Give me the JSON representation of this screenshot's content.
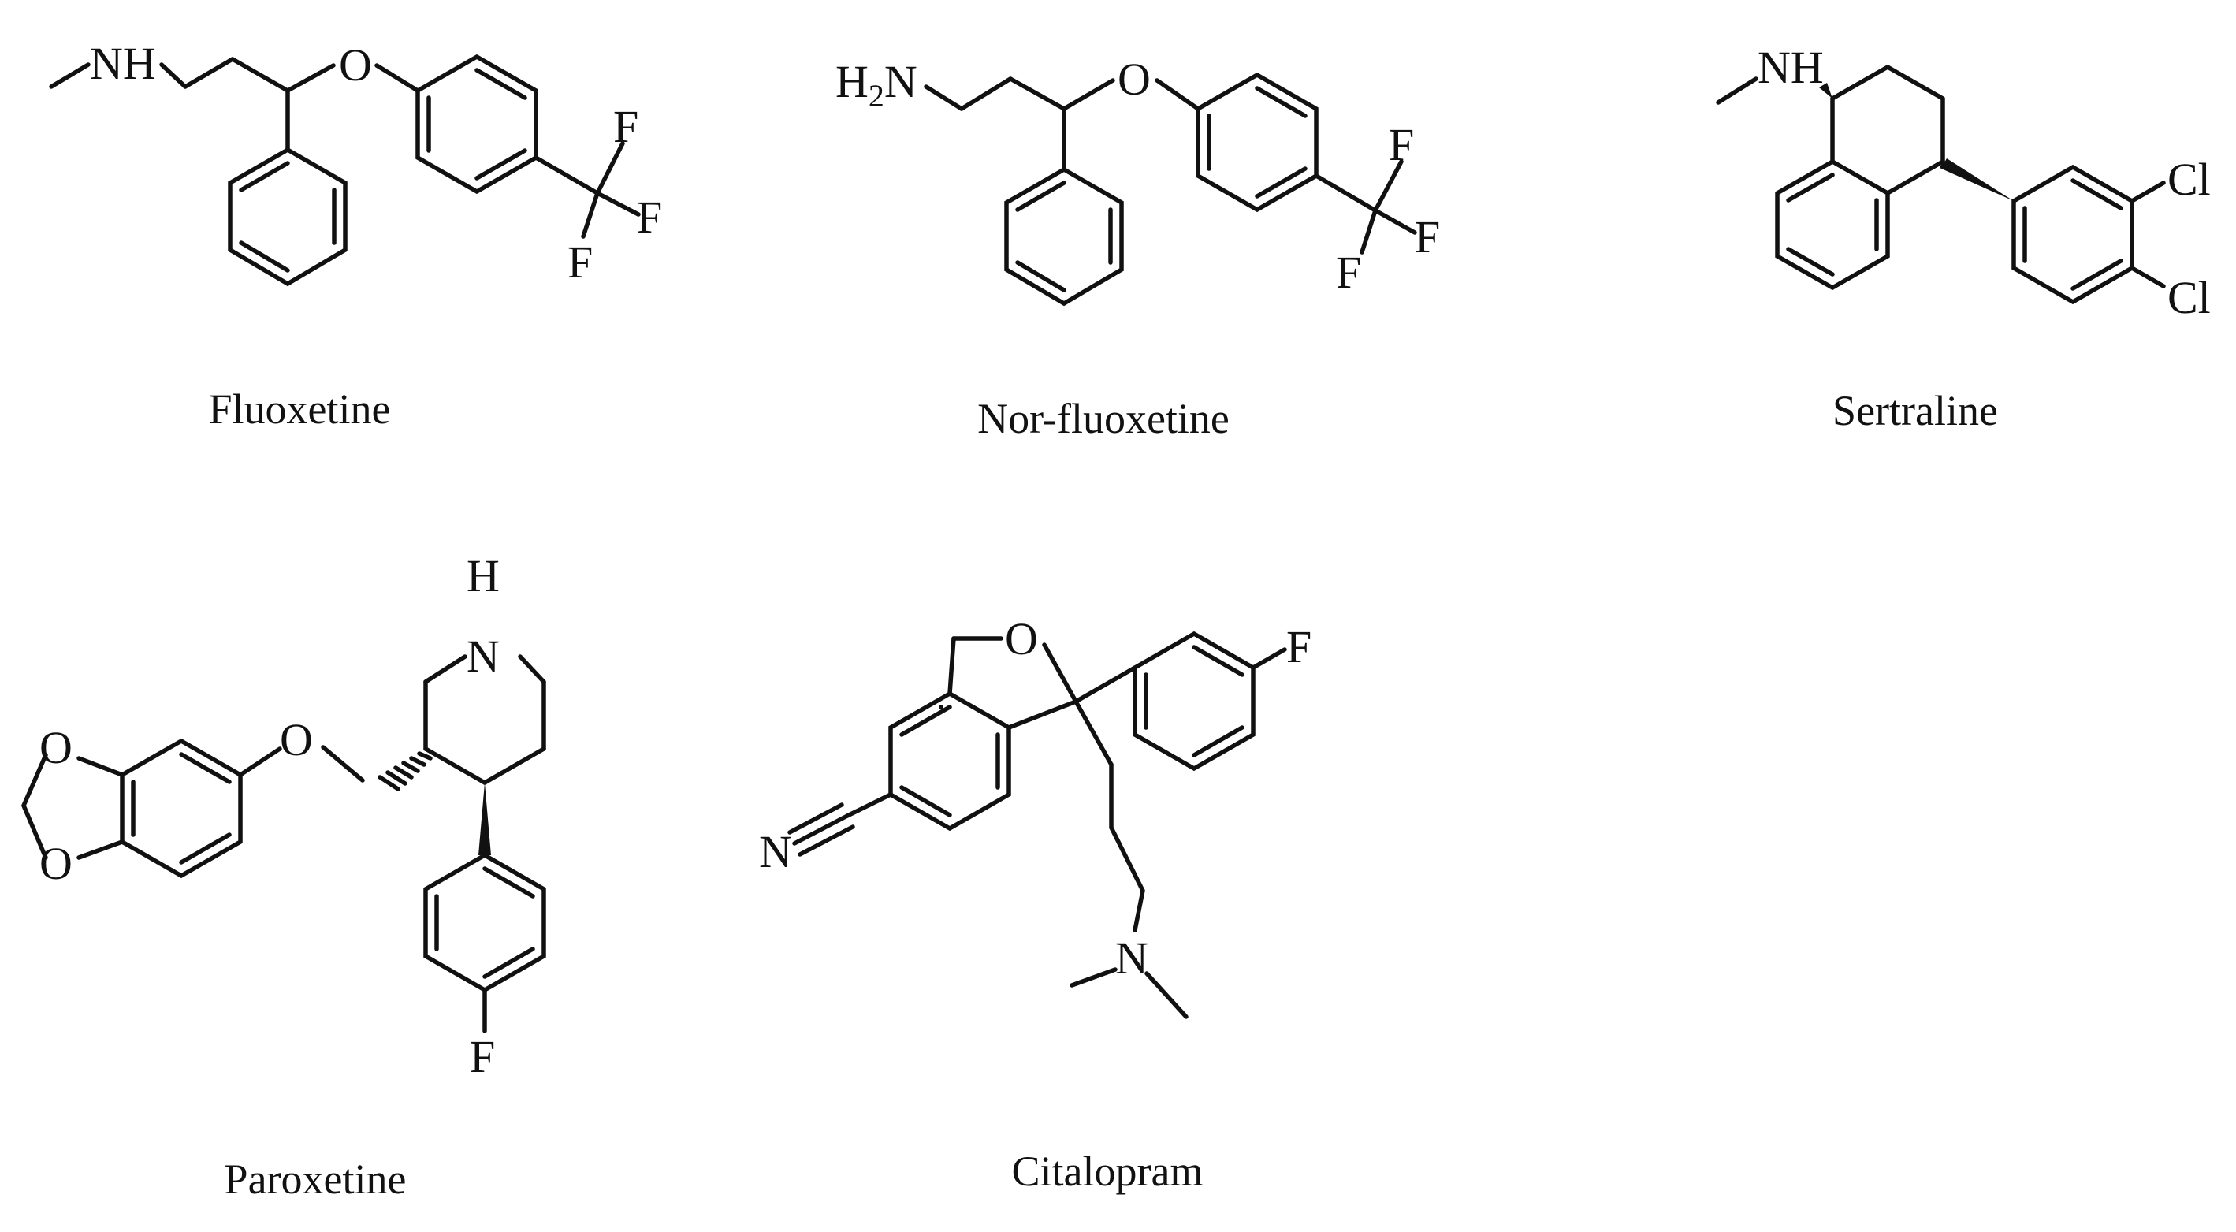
{
  "figure": {
    "structures": [
      {
        "name": "Fluoxetine",
        "atoms": {
          "nh": "NH",
          "o": "O",
          "f1": "F",
          "f2": "F",
          "f3": "F"
        }
      },
      {
        "name": "Nor-fluoxetine",
        "atoms": {
          "h": "H",
          "sub2": "2",
          "n": "N",
          "o": "O",
          "f1": "F",
          "f2": "F",
          "f3": "F"
        }
      },
      {
        "name": "Sertraline",
        "atoms": {
          "nh": "NH",
          "cl1": "Cl",
          "cl2": "Cl"
        }
      },
      {
        "name": "Paroxetine",
        "atoms": {
          "h": "H",
          "n": "N",
          "o_ether": "O",
          "o1": "O",
          "o2": "O",
          "f": "F"
        }
      },
      {
        "name": "Citalopram",
        "atoms": {
          "o": "O",
          "f": "F",
          "n_nitrile": "N",
          "n_amine": "N"
        }
      }
    ]
  }
}
